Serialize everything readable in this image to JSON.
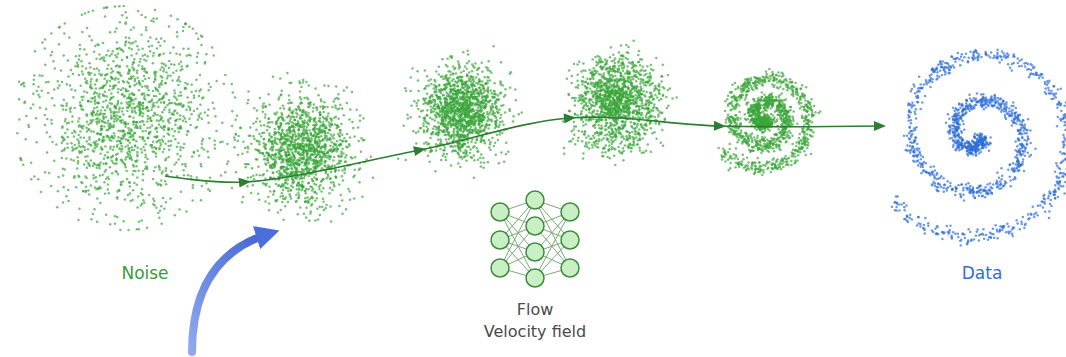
{
  "diagram": {
    "labels": [
      "Noise",
      "Flow",
      "Velocity field",
      "Data"
    ]
  }
}
